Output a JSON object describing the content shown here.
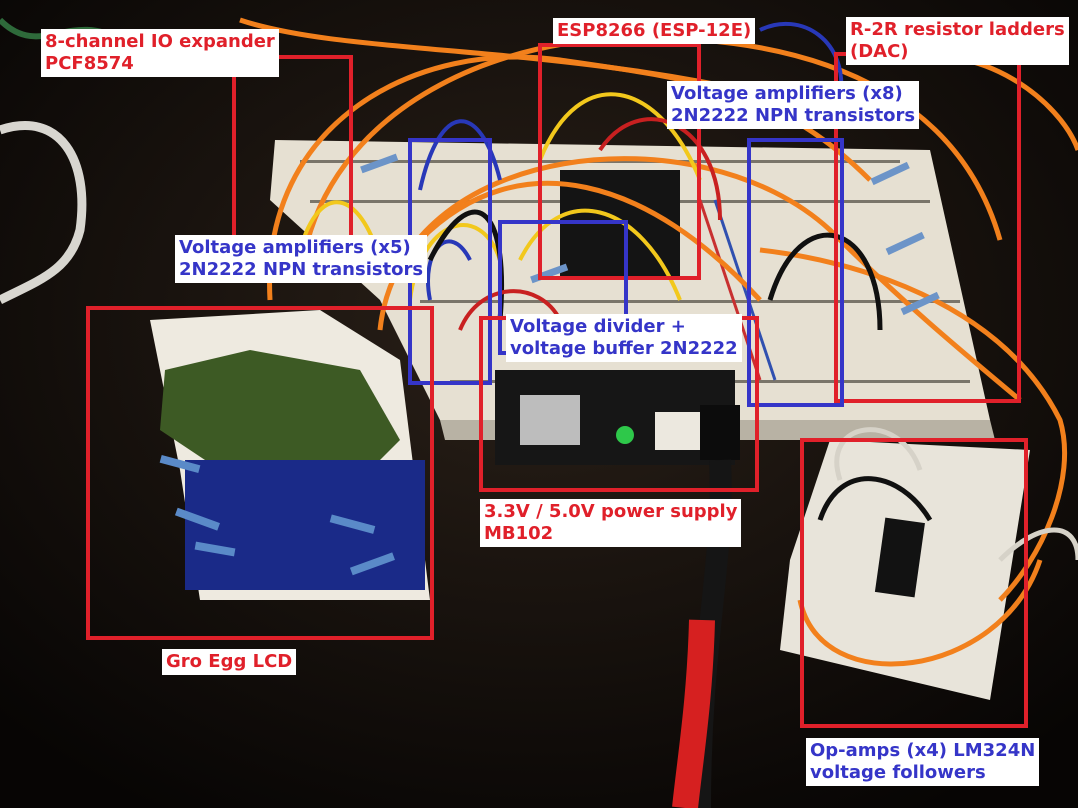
{
  "colors": {
    "red_annotation": "#e0202a",
    "blue_annotation": "#3535c8",
    "label_background": "#ffffff",
    "orange_wire": "#f2801c",
    "yellow_wire": "#f2c81c",
    "breadboard": "#e9e4d8"
  },
  "annotations": {
    "io_expander": {
      "line1": "8-channel IO expander",
      "line2": "PCF8574"
    },
    "esp8266": {
      "line1": "ESP8266 (ESP-12E)"
    },
    "r2r": {
      "line1": "R-2R resistor ladders",
      "line2": "(DAC)"
    },
    "amps_x8": {
      "line1": "Voltage amplifiers (x8)",
      "line2": "2N2222 NPN transistors"
    },
    "amps_x5": {
      "line1": "Voltage amplifiers (x5)",
      "line2": "2N2222 NPN transistors"
    },
    "divider": {
      "line1": "Voltage divider +",
      "line2": "voltage buffer 2N2222"
    },
    "power_supply": {
      "line1": "3.3V / 5.0V power supply",
      "line2": "MB102"
    },
    "lcd": {
      "line1": "Gro Egg LCD"
    },
    "opamps": {
      "line1": "Op-amps (x4) LM324N",
      "line2": "voltage followers"
    }
  }
}
